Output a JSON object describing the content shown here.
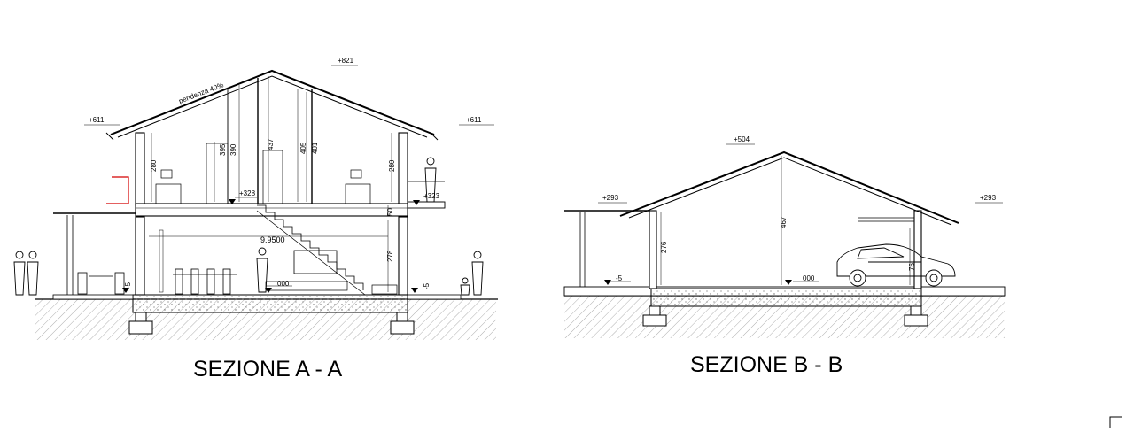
{
  "sections": [
    {
      "id": "a",
      "title": "SEZIONE A - A",
      "elevations": [
        {
          "label": "+821"
        },
        {
          "label": "+611"
        },
        {
          "label": "+611"
        },
        {
          "label": "+328"
        },
        {
          "label": "+323"
        },
        {
          "label": "000"
        },
        {
          "label": "-5"
        },
        {
          "label": "-5"
        }
      ],
      "dimensions": [
        {
          "label": "280"
        },
        {
          "label": "395"
        },
        {
          "label": "390"
        },
        {
          "label": "437"
        },
        {
          "label": "405"
        },
        {
          "label": "401"
        },
        {
          "label": "280"
        },
        {
          "label": "50"
        },
        {
          "label": "278"
        }
      ],
      "annotations": [
        {
          "label": "pendenza 40%"
        },
        {
          "label": "9.9500"
        }
      ]
    },
    {
      "id": "b",
      "title": "SEZIONE B - B",
      "elevations": [
        {
          "label": "+504"
        },
        {
          "label": "+293"
        },
        {
          "label": "+293"
        },
        {
          "label": "000"
        },
        {
          "label": "-5"
        }
      ],
      "dimensions": [
        {
          "label": "467"
        },
        {
          "label": "276"
        },
        {
          "label": "76"
        }
      ],
      "annotations": []
    }
  ]
}
